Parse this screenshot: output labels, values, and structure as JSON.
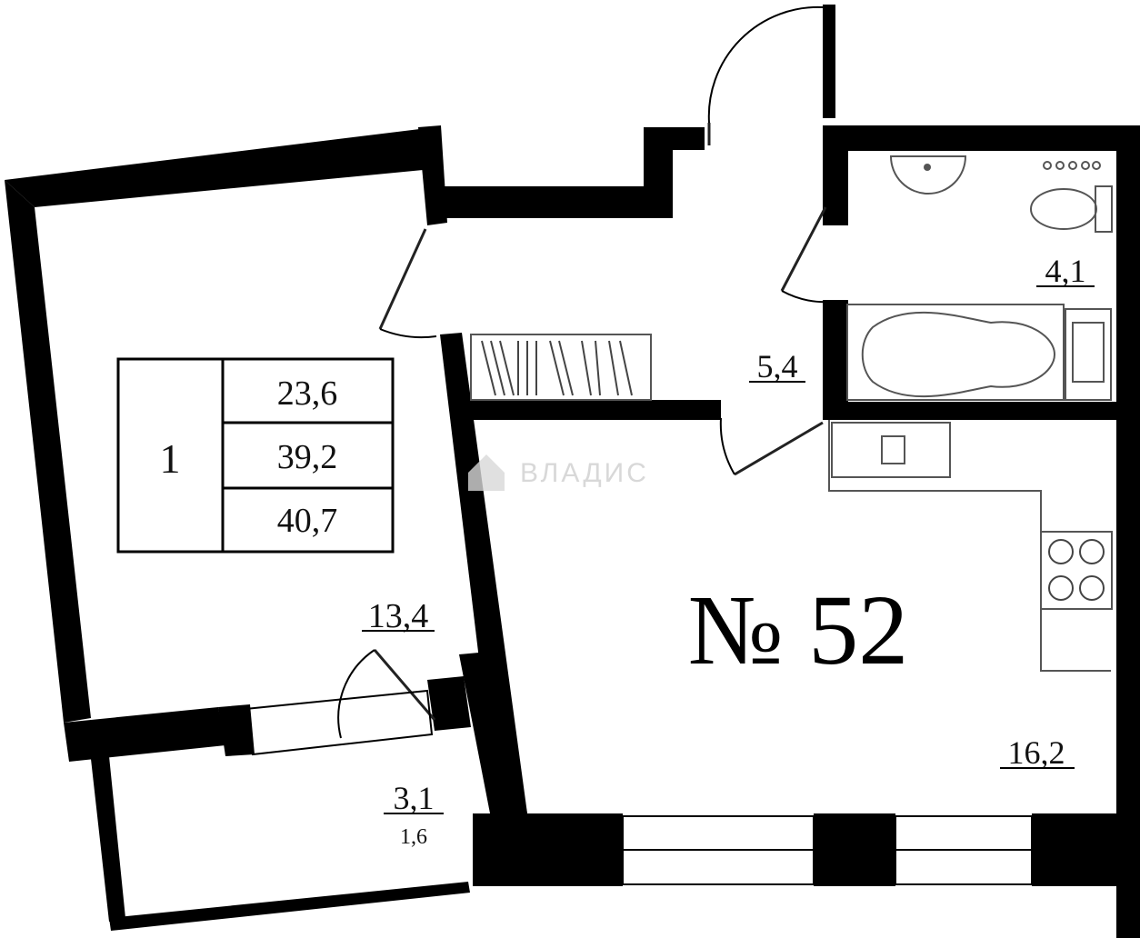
{
  "apartment": {
    "number_label": "№ 52"
  },
  "summary_table": {
    "rooms": "1",
    "living_area": "23,6",
    "total_area": "39,2",
    "total_area_with_balcony": "40,7"
  },
  "rooms": {
    "living_room": "13,4",
    "hallway": "5,4",
    "bathroom": "4,1",
    "kitchen": "16,2",
    "balcony": "3,1",
    "balcony_reduced": "1,6"
  },
  "watermark": {
    "text": "ВЛАДИС"
  },
  "colors": {
    "wall": "#000000",
    "background": "#ffffff",
    "watermark": "#cfcfcf"
  }
}
